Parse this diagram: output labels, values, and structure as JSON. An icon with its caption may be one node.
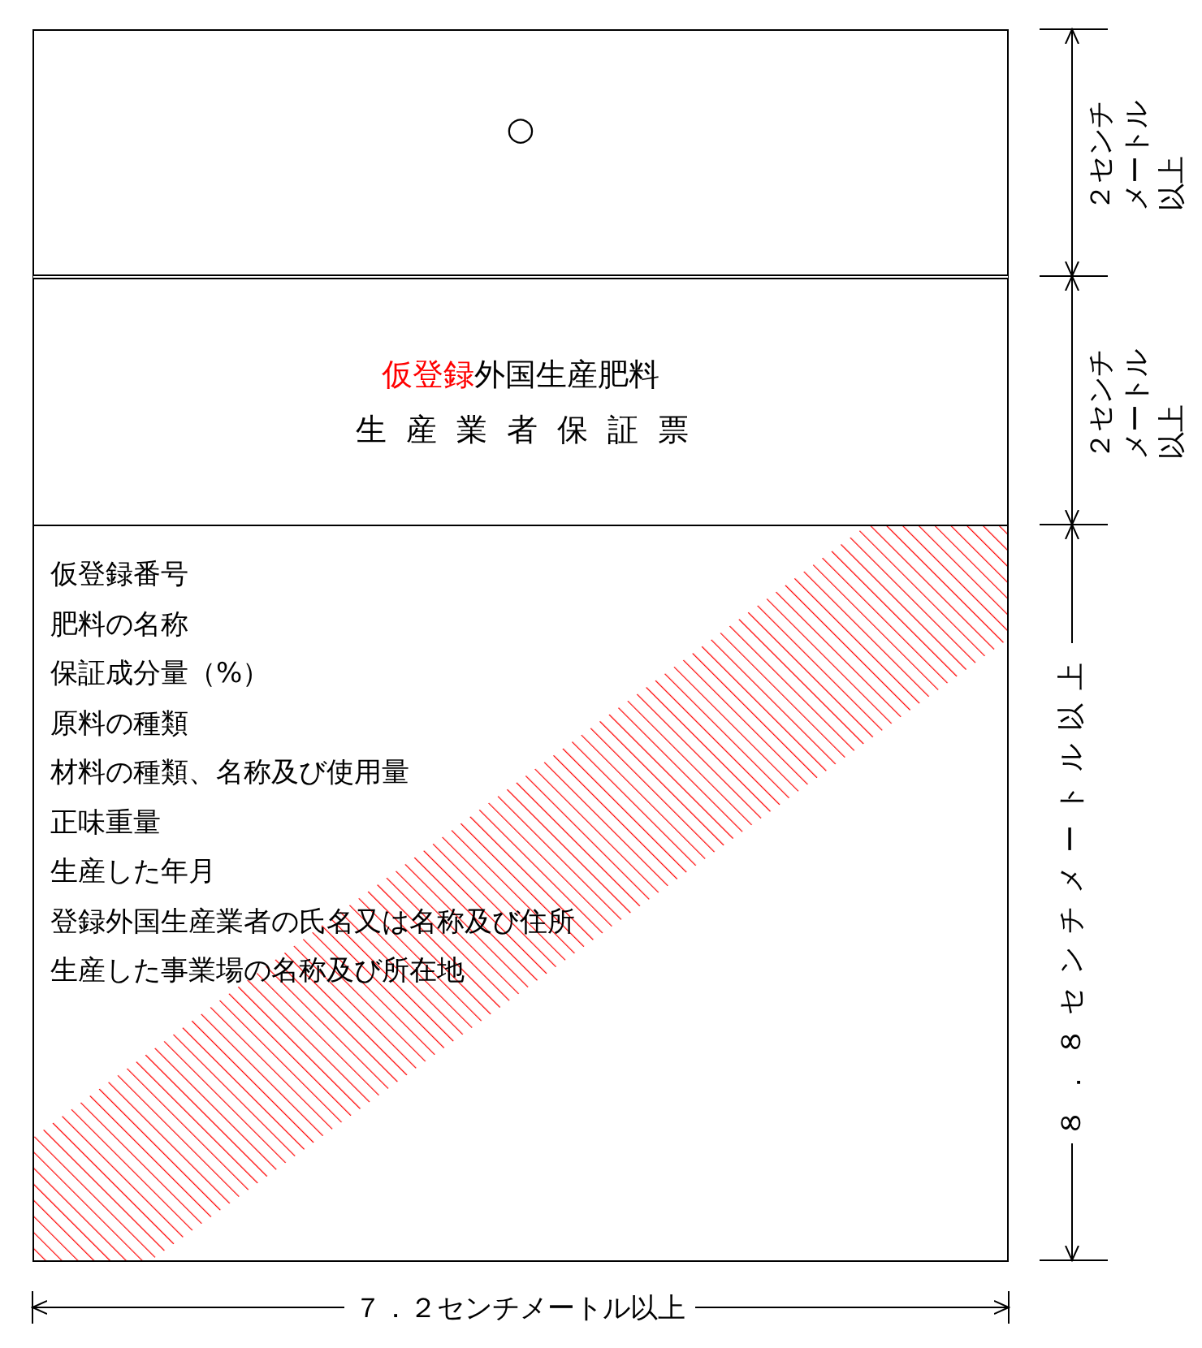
{
  "diagram": {
    "nodes": [
      {
        "text": [
          "○"
        ]
      },
      {
        "text": [
          "仮登録",
          "外国生産肥料",
          "生産業者保証票"
        ]
      },
      {
        "text": [
          "仮登録番号",
          "肥料の名称",
          "保証成分量（%）",
          "原料の種類",
          "材料の種類、名称及び使用量",
          "正味重量",
          "生産した年月",
          "登録外国生産業者の氏名又は名称及び住所",
          "生産した事業場の名称及び所在地"
        ]
      }
    ],
    "labels": [
      "２センチメートル以上",
      "２センチメートル以上",
      "８．８センチメートル以上",
      "７．２センチメートル以上"
    ]
  }
}
